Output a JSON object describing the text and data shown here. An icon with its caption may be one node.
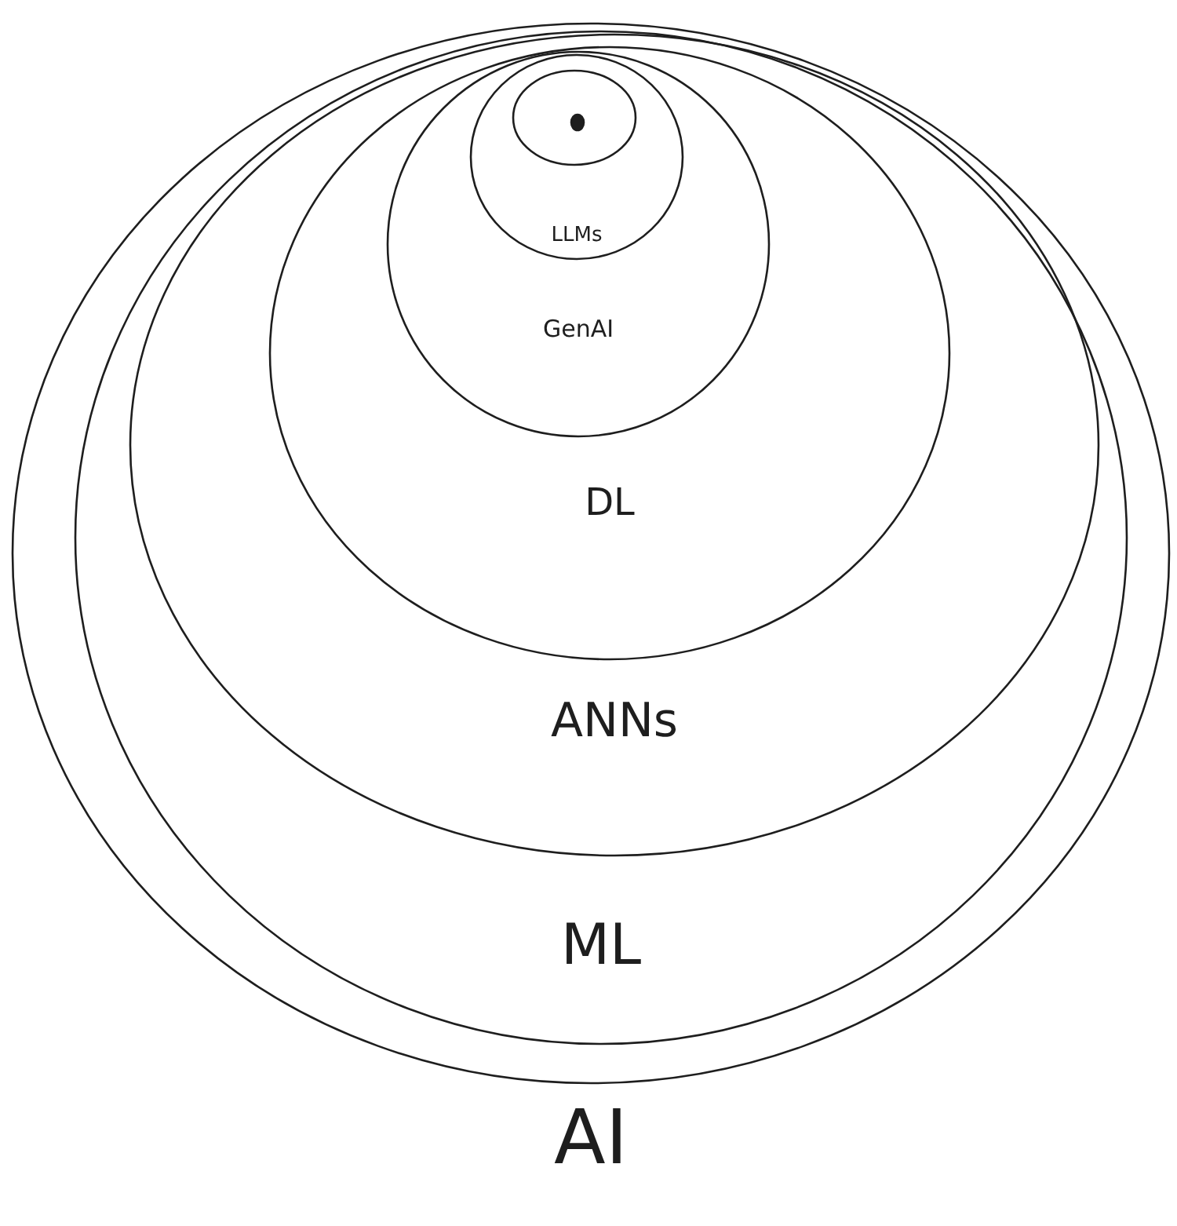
{
  "diagram": {
    "nodes": [
      {
        "text": [
          "AI"
        ]
      },
      {
        "text": [
          "ML"
        ],
        "in": 0
      },
      {
        "text": [
          "ANNs"
        ],
        "in": 1
      },
      {
        "text": [
          "DL"
        ],
        "in": 2
      },
      {
        "text": [
          "GenAI"
        ],
        "in": 3
      },
      {
        "text": [
          "LLMs"
        ],
        "in": 4
      },
      {
        "text": [],
        "shape": "circle",
        "in": 5
      },
      {
        "text": [],
        "shape": "circle",
        "in": 6
      }
    ]
  }
}
